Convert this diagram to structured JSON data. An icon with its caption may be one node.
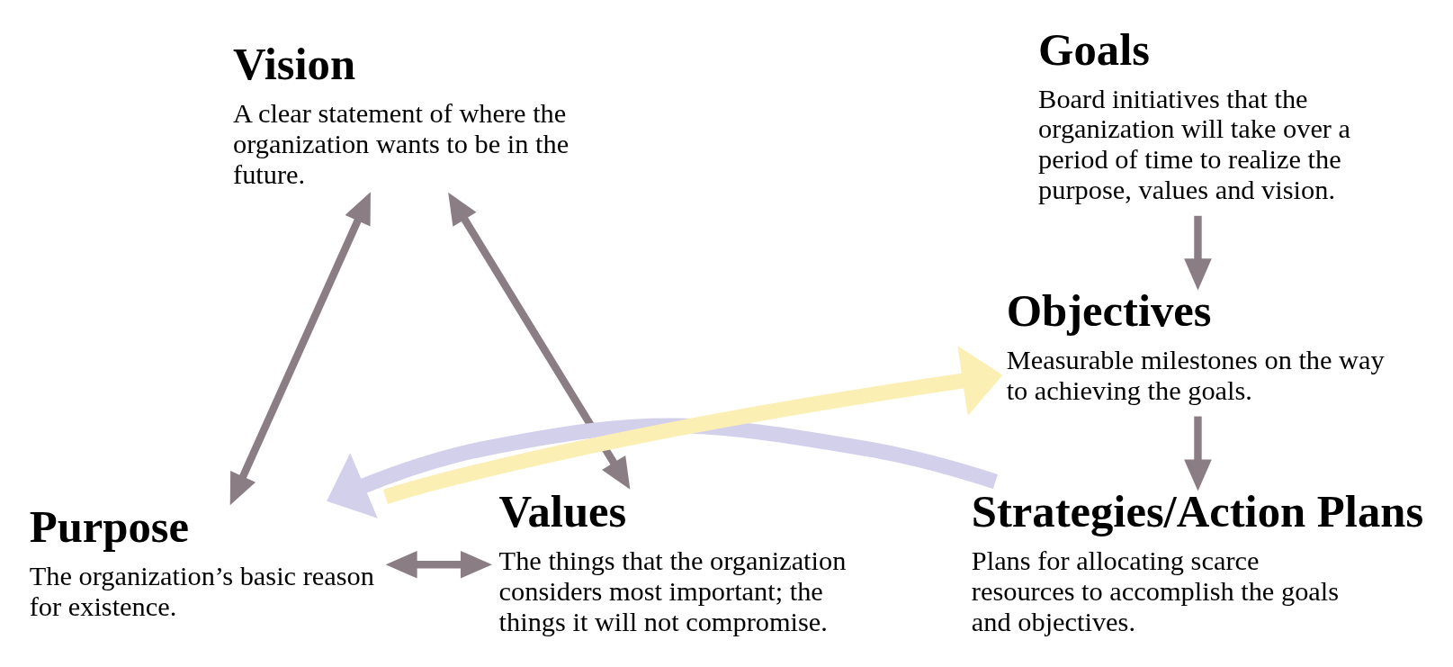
{
  "diagram": {
    "nodes": [
      {
        "text": [
          "Vision",
          "A clear statement of where the organization wants to be in the future."
        ]
      },
      {
        "text": [
          "Goals",
          "Board initiatives that the organization will take over a period of time to realize the purpose, values and vision."
        ]
      },
      {
        "text": [
          "Objectives",
          "Measurable milestones on the way to achieving the goals."
        ]
      },
      {
        "text": [
          "Strategies/Action Plans",
          "Plans for allocating scarce resources to accomplish the goals and objectives."
        ]
      },
      {
        "text": [
          "Purpose",
          "The organization’s basic reason for existence."
        ]
      },
      {
        "text": [
          "Values",
          "The things that the organization considers most important; the things it will not compromise."
        ]
      }
    ],
    "edges": [
      {
        "from": 0,
        "to": 4,
        "arrow": "both"
      },
      {
        "from": 0,
        "to": 5,
        "arrow": "both"
      },
      {
        "from": 4,
        "to": 5,
        "arrow": "both"
      },
      {
        "from": 1,
        "to": 2,
        "arrow": "to"
      },
      {
        "from": 2,
        "to": 3,
        "arrow": "to"
      },
      {
        "from": 4,
        "to": 2,
        "arrow": "to",
        "style": "thick",
        "color": "#fcefb4"
      },
      {
        "from": 3,
        "to": 4,
        "arrow": "to",
        "style": "thick",
        "color": "#d3d0ec"
      }
    ]
  }
}
